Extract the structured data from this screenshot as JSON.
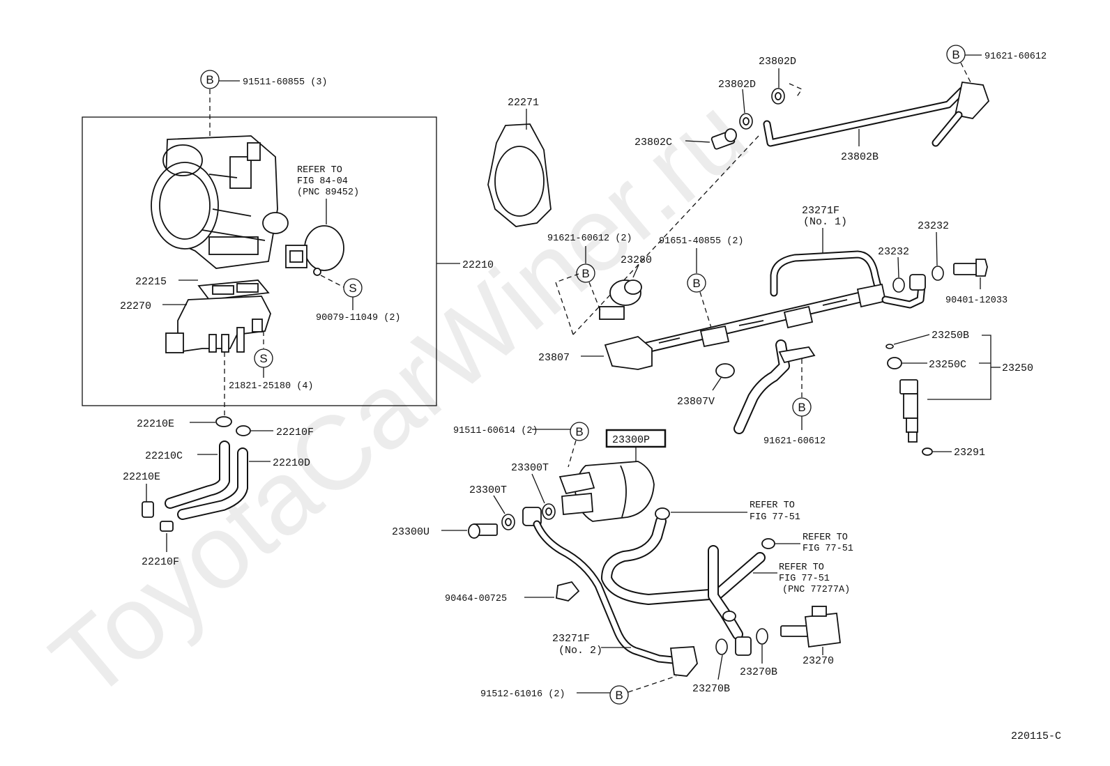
{
  "watermark": "ToyotaCarWiner.ru",
  "diagram_code": "220115-C",
  "badges": {
    "bolt": "B",
    "screw": "S"
  },
  "labels": {
    "b1_part": "91511-60855 (3)",
    "refer_a1": "REFER TO",
    "refer_a2": "FIG 84-04",
    "refer_a3": "(PNC 89452)",
    "p22210": "22210",
    "p22215": "22215",
    "p22270": "22270",
    "s1_part": "90079-11049 (2)",
    "s2_part": "21821-25180 (4)",
    "p22210E_a": "22210E",
    "p22210F_a": "22210F",
    "p22210C": "22210C",
    "p22210D": "22210D",
    "p22210E_b": "22210E",
    "p22210F_b": "22210F",
    "p22271": "22271",
    "p23802D_a": "23802D",
    "p23802D_b": "23802D",
    "p23802C": "23802C",
    "p23802B": "23802B",
    "b_top_part": "91621-60612",
    "b2_part": "91621-60612 (2)",
    "b3_part": "91651-40855 (2)",
    "p23280": "23280",
    "p23271F_1a": "23271F",
    "p23271F_1b": "(No. 1)",
    "p23232_a": "23232",
    "p23232_b": "23232",
    "p90401": "90401-12033",
    "p23807": "23807",
    "p23807V": "23807V",
    "p23250B": "23250B",
    "p23250C": "23250C",
    "p23250": "23250",
    "b4_part": "91621-60612",
    "p23291": "23291",
    "b5_part": "91511-60614 (2)",
    "p23300P": "23300P",
    "p23300T_a": "23300T",
    "p23300T_b": "23300T",
    "p23300U": "23300U",
    "refer_b1": "REFER TO",
    "refer_b2": "FIG 77-51",
    "refer_c1": "REFER TO",
    "refer_c2": "FIG 77-51",
    "refer_d1": "REFER TO",
    "refer_d2": "FIG 77-51",
    "refer_d3": "(PNC 77277A)",
    "p90464": "90464-00725",
    "p23271F_2a": "23271F",
    "p23271F_2b": "(No. 2)",
    "p23270": "23270",
    "p23270B_a": "23270B",
    "p23270B_b": "23270B",
    "b6_part": "91512-61016 (2)"
  }
}
